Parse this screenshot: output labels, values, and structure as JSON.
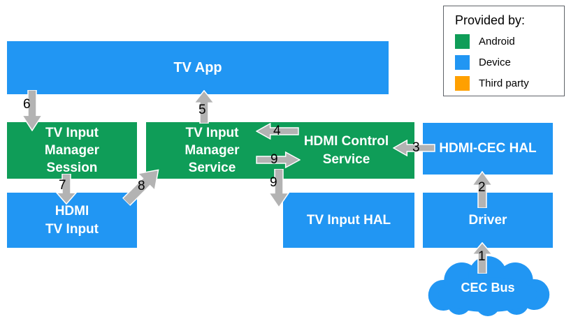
{
  "colors": {
    "android": "#0f9d58",
    "device": "#2196f3",
    "third_party": "#ffa000",
    "arrow": "#b3b3b3"
  },
  "legend": {
    "title": "Provided by:",
    "items": [
      {
        "label": "Android",
        "color": "#0f9d58"
      },
      {
        "label": "Device",
        "color": "#2196f3"
      },
      {
        "label": "Third party",
        "color": "#ffa000"
      }
    ]
  },
  "boxes": {
    "tv_app": {
      "label": "TV App",
      "color": "#2196f3"
    },
    "tv_input_manager_session": {
      "label": "TV Input\nManager\nSession",
      "color": "#0f9d58"
    },
    "tv_input_manager_service": {
      "label": "TV Input\nManager\nService",
      "color": "#0f9d58"
    },
    "hdmi_control_service": {
      "label": "HDMI Control\nService",
      "color": "#0f9d58"
    },
    "hdmi_cec_hal": {
      "label": "HDMI-CEC HAL",
      "color": "#2196f3"
    },
    "hdmi_tv_input": {
      "label": "HDMI\nTV Input",
      "color": "#2196f3"
    },
    "tv_input_hal": {
      "label": "TV Input HAL",
      "color": "#2196f3"
    },
    "driver": {
      "label": "Driver",
      "color": "#2196f3"
    },
    "cec_bus": {
      "label": "CEC Bus",
      "color": "#2196f3"
    }
  },
  "arrows": {
    "n1": "1",
    "n2": "2",
    "n3": "3",
    "n4": "4",
    "n5": "5",
    "n6": "6",
    "n7": "7",
    "n8": "8",
    "n9h": "9",
    "n9v": "9"
  }
}
